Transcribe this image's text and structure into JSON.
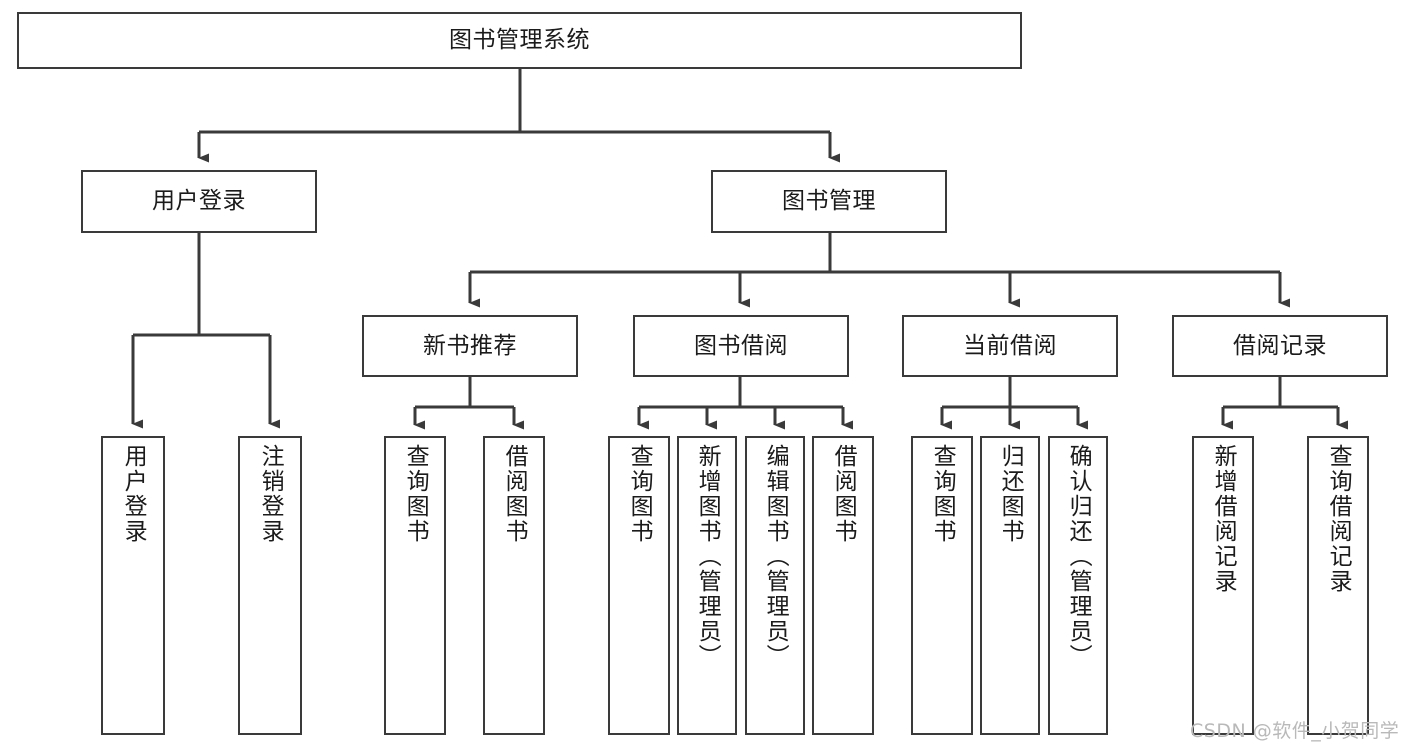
{
  "diagram": {
    "title": "图书管理系统",
    "type": "tree-hierarchy-chart",
    "watermark": "CSDN @软件_小贺同学",
    "colors": {
      "box_border": "#3a3a3a",
      "box_fill": "#ffffff",
      "connector": "#3a3a3a",
      "text": "#1b1b1b",
      "watermark": "#b9b9b9",
      "background": "#ffffff"
    },
    "nodes": {
      "root": {
        "label": "图书管理系统"
      },
      "level2": [
        {
          "id": "user-login",
          "label": "用户登录"
        },
        {
          "id": "book-management",
          "label": "图书管理"
        }
      ],
      "level3": [
        {
          "id": "new-book-recommend",
          "label": "新书推荐"
        },
        {
          "id": "book-borrow",
          "label": "图书借阅"
        },
        {
          "id": "current-borrow",
          "label": "当前借阅"
        },
        {
          "id": "borrow-record",
          "label": "借阅记录"
        }
      ],
      "leaves": {
        "user_login": [
          {
            "id": "leaf-user-login",
            "label": "用户登录"
          },
          {
            "id": "leaf-logout",
            "label": "注销登录"
          }
        ],
        "new_book_recommend": [
          {
            "id": "leaf-query-book-1",
            "label": "查询图书"
          },
          {
            "id": "leaf-borrow-book-1",
            "label": "借阅图书"
          }
        ],
        "book_borrow": [
          {
            "id": "leaf-query-book-2",
            "label": "查询图书"
          },
          {
            "id": "leaf-add-book",
            "label": "新增图书（管理员）"
          },
          {
            "id": "leaf-edit-book",
            "label": "编辑图书（管理员）"
          },
          {
            "id": "leaf-borrow-book-2",
            "label": "借阅图书"
          }
        ],
        "current_borrow": [
          {
            "id": "leaf-query-book-3",
            "label": "查询图书"
          },
          {
            "id": "leaf-return-book",
            "label": "归还图书"
          },
          {
            "id": "leaf-confirm-return",
            "label": "确认归还（管理员）"
          }
        ],
        "borrow_record": [
          {
            "id": "leaf-add-record",
            "label": "新增借阅记录"
          },
          {
            "id": "leaf-query-record",
            "label": "查询借阅记录"
          }
        ]
      }
    }
  }
}
